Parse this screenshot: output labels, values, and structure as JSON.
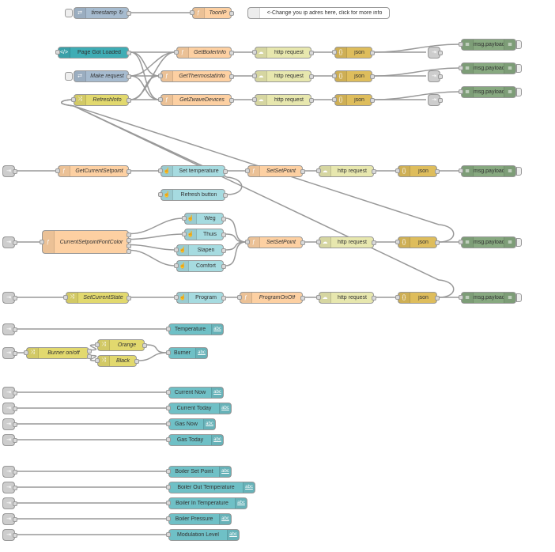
{
  "nodes": {
    "timestamp": "timestamp ↻",
    "toonip": "ToonIP",
    "comment": "<-Change you ip adres here, click for more info",
    "pageloaded": "Page Got Loaded",
    "makereq": "Make request",
    "refreshinfo": "RefreshInfo",
    "getboiler": "GetBoilerInfo",
    "getthermo": "GetThermostatInfo",
    "getzwave": "GetZwaveDevices",
    "http1": "http request",
    "http2": "http request",
    "http3": "http request",
    "json1": "json",
    "json2": "json",
    "json3": "json",
    "dbg1": "msg.payload",
    "dbg2": "msg.payload",
    "dbg3": "msg.payload",
    "getcursp": "GetCurrentSetpoint",
    "settemp": "Set temperature",
    "refreshbtn": "Refresh button",
    "setsp1": "SetSetPoint",
    "http4": "http request",
    "json4": "json",
    "dbg4": "msg.payload",
    "fontcolor": "CurrentSetpointFontColor",
    "weg": "Weg",
    "thuis": "Thuis",
    "slapen": "Slapen",
    "comfort": "Comfort",
    "setsp2": "SetSetPoint",
    "http5": "http request",
    "json5": "json",
    "dbg5": "msg.payload",
    "setstate": "SetCurrentState",
    "program": "Program",
    "progonoff": "ProgramOnOff",
    "http6": "http request",
    "json6": "json",
    "dbg6": "msg.payload",
    "temperature": "Temperature",
    "burneronoff": "Burner on/off",
    "orange": "Orange",
    "black": "Black",
    "burner": "Burner",
    "curnow": "Current Now",
    "curtoday": "Current Today",
    "gasnow": "Gas Now",
    "gastoday": "Gas Today",
    "boilersp": "Boiler Set Point",
    "boilerout": "Boiler Out Temperature",
    "boilerin": "Boiler In Temperature",
    "boilerpress": "Boiler Pressure",
    "modulation": "Modulation Level"
  },
  "colors": {
    "inject": "#a6bbcf",
    "function": "#fdd0a2",
    "http": "#e7e7ae",
    "json": "#debd5c",
    "debug": "#87a980",
    "change": "#e2d96e",
    "template": "#3fadb5",
    "ui": "#a6dbe0",
    "ui_text": "#6fc0c6",
    "link": "#ddd",
    "comment": "#ffffff",
    "wire": "#999999"
  }
}
